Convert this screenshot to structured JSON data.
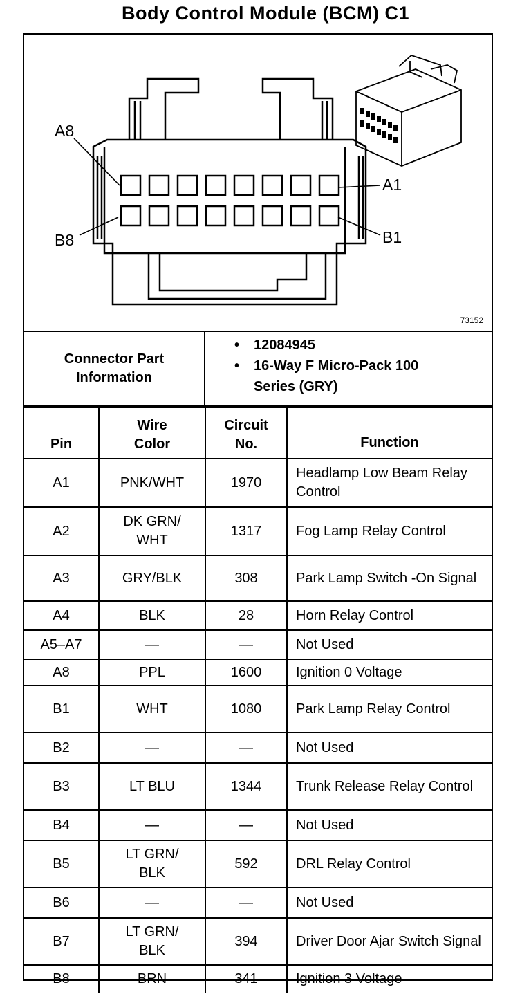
{
  "title": "Body Control Module (BCM) C1",
  "diagram": {
    "labels": {
      "a8": "A8",
      "a1": "A1",
      "b8": "B8",
      "b1": "B1"
    },
    "figure_number": "73152"
  },
  "connector_info": {
    "label": "Connector Part Information",
    "items": [
      "12084945",
      "16-Way F Micro-Pack 100 Series (GRY)"
    ]
  },
  "table": {
    "headers": [
      "Pin",
      "Wire Color",
      "Circuit No.",
      "Function"
    ],
    "rows": [
      [
        "A1",
        "PNK/WHT",
        "1970",
        "Headlamp Low Beam Relay Control"
      ],
      [
        "A2",
        "DK GRN/ WHT",
        "1317",
        "Fog Lamp Relay Control"
      ],
      [
        "A3",
        "GRY/BLK",
        "308",
        "Park Lamp Switch -On Signal"
      ],
      [
        "A4",
        "BLK",
        "28",
        "Horn Relay Control"
      ],
      [
        "A5–A7",
        "—",
        "—",
        "Not Used"
      ],
      [
        "A8",
        "PPL",
        "1600",
        "Ignition 0 Voltage"
      ],
      [
        "B1",
        "WHT",
        "1080",
        "Park Lamp Relay Control"
      ],
      [
        "B2",
        "—",
        "—",
        "Not Used"
      ],
      [
        "B3",
        "LT BLU",
        "1344",
        "Trunk Release Relay Control"
      ],
      [
        "B4",
        "—",
        "—",
        "Not Used"
      ],
      [
        "B5",
        "LT GRN/ BLK",
        "592",
        "DRL Relay Control"
      ],
      [
        "B6",
        "—",
        "—",
        "Not Used"
      ],
      [
        "B7",
        "LT GRN/ BLK",
        "394",
        "Driver Door Ajar Switch Signal"
      ],
      [
        "B8",
        "BRN",
        "341",
        "Ignition 3 Voltage"
      ]
    ]
  }
}
